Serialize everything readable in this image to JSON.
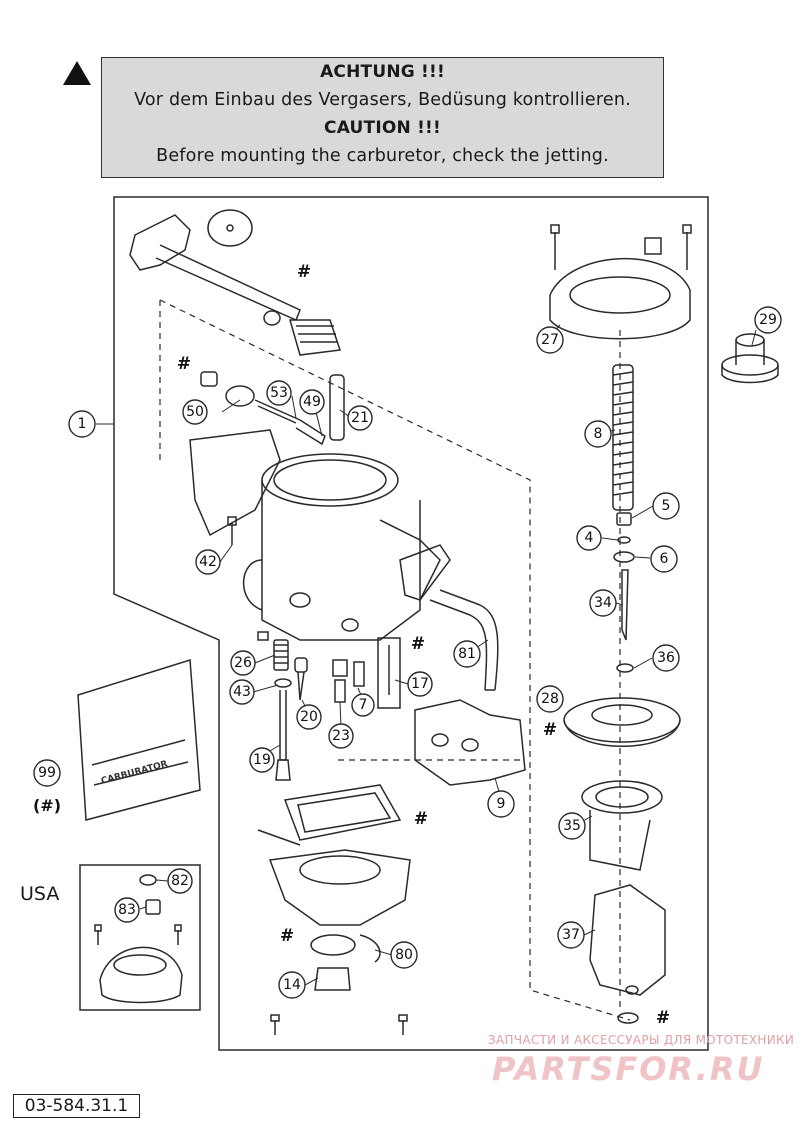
{
  "warning": {
    "line1": "ACHTUNG !!!",
    "line2": "Vor dem Einbau des Vergasers, Bedüsung kontrollieren.",
    "line3": "CAUTION !!!",
    "line4": "Before mounting the carburetor, check the jetting."
  },
  "callouts": {
    "c1": "1",
    "c4": "4",
    "c5": "5",
    "c6": "6",
    "c7": "7",
    "c8": "8",
    "c9": "9",
    "c14": "14",
    "c17": "17",
    "c19": "19",
    "c20": "20",
    "c21": "21",
    "c23": "23",
    "c26": "26",
    "c27": "27",
    "c28": "28",
    "c29": "29",
    "c34": "34",
    "c35": "35",
    "c36": "36",
    "c37": "37",
    "c42": "42",
    "c43": "43",
    "c49": "49",
    "c50": "50",
    "c53": "53",
    "c80": "80",
    "c81": "81",
    "c82": "82",
    "c83": "83",
    "c99": "99"
  },
  "hash_marks": "#",
  "kit_note": "(#)",
  "usa_label": "USA",
  "bag_label": "CARBURATOR",
  "part_number": "03-584.31.1",
  "watermark": {
    "line1": "ЗАПЧАСТИ И АКСЕССУАРЫ ДЛЯ МОТОТЕХНИКИ",
    "line2": "PARTSFOR.RU"
  },
  "colors": {
    "line": "#2a2a2a",
    "box_fill": "#d9d9d9",
    "watermark": "#e3a0a4"
  }
}
